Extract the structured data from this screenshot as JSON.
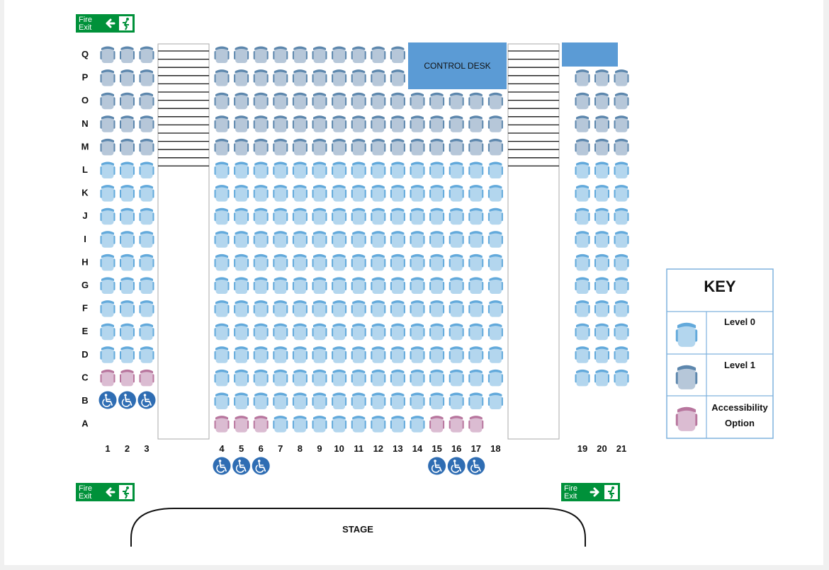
{
  "rows": [
    "Q",
    "P",
    "O",
    "N",
    "M",
    "L",
    "K",
    "J",
    "I",
    "H",
    "G",
    "F",
    "E",
    "D",
    "C",
    "B",
    "A"
  ],
  "seat_numbers": [
    "1",
    "2",
    "3",
    "4",
    "5",
    "6",
    "7",
    "8",
    "9",
    "10",
    "11",
    "12",
    "13",
    "14",
    "15",
    "16",
    "17",
    "18",
    "19",
    "20",
    "21"
  ],
  "control_desk": "CONTROL DESK",
  "stage": "STAGE",
  "fire_exit": {
    "line1": "Fire",
    "line2": "Exit"
  },
  "key": {
    "title": "KEY",
    "items": [
      {
        "label": "Level 0",
        "color": "#b3d6ee"
      },
      {
        "label": "Level 1",
        "color": "#b6c7d9"
      },
      {
        "label": "Accessibility Option",
        "color": "#dbbcd2"
      }
    ]
  },
  "colors": {
    "level0_seat": "#b3d6ee",
    "level0_back": "#62a9db",
    "level1_seat": "#b6c7d9",
    "level1_back": "#5d87ad",
    "access_seat": "#dbbcd2",
    "access_back": "#b8769e",
    "wheelchair": "#2f6db3",
    "control_desk": "#5b9bd5",
    "fire_exit": "#00913a"
  }
}
